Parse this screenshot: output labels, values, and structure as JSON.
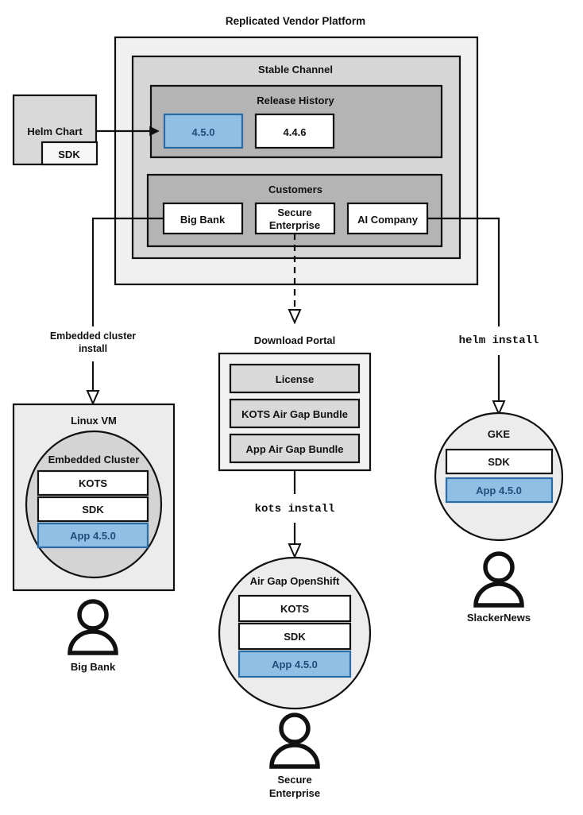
{
  "diagram": {
    "title": "Replicated Vendor Platform",
    "platform": {
      "stable_channel": {
        "label": "Stable Channel",
        "release_history": {
          "label": "Release History",
          "releases": [
            {
              "version": "4.5.0",
              "highlighted": true
            },
            {
              "version": "4.4.6",
              "highlighted": false
            }
          ]
        },
        "customers": {
          "label": "Customers",
          "items": [
            {
              "name": "Big Bank"
            },
            {
              "name": "Secure",
              "name2": "Enterprise"
            },
            {
              "name": "AI Company"
            }
          ]
        }
      }
    },
    "helm_chart": {
      "label": "Helm Chart",
      "sdk_label": "SDK"
    },
    "download_portal": {
      "label": "Download Portal",
      "artifacts": [
        "License",
        "KOTS Air Gap Bundle",
        "App Air Gap Bundle"
      ]
    },
    "edge_labels": {
      "embedded_install_line1": "Embedded cluster",
      "embedded_install_line2": "install",
      "kots_install": "kots install",
      "helm_install": "helm install"
    },
    "targets": [
      {
        "id": "linux-vm",
        "label": "Linux VM",
        "inner_label": "Embedded Cluster",
        "components": [
          {
            "name": "KOTS",
            "highlighted": false
          },
          {
            "name": "SDK",
            "highlighted": false
          },
          {
            "name": "App 4.5.0",
            "highlighted": true
          }
        ],
        "persona": "Big Bank"
      },
      {
        "id": "air-gap-openshift",
        "label": "Air Gap OpenShift",
        "components": [
          {
            "name": "KOTS",
            "highlighted": false
          },
          {
            "name": "SDK",
            "highlighted": false
          },
          {
            "name": "App 4.5.0",
            "highlighted": true
          }
        ],
        "persona_line1": "Secure",
        "persona_line2": "Enterprise"
      },
      {
        "id": "gke",
        "label": "GKE",
        "components": [
          {
            "name": "SDK",
            "highlighted": false
          },
          {
            "name": "App 4.5.0",
            "highlighted": true
          }
        ],
        "persona": "SlackerNews"
      }
    ],
    "colors": {
      "highlight_fill": "#8fbfe4",
      "highlight_stroke": "#2a6ca6",
      "highlight_text": "#1f4e79",
      "outer_panel": "#f0f0f0",
      "channel_panel": "#d6d6d6",
      "inner_panel": "#b4b4b4",
      "light_gray": "#e8e8e8",
      "white": "#ffffff",
      "stroke": "#111111"
    }
  }
}
